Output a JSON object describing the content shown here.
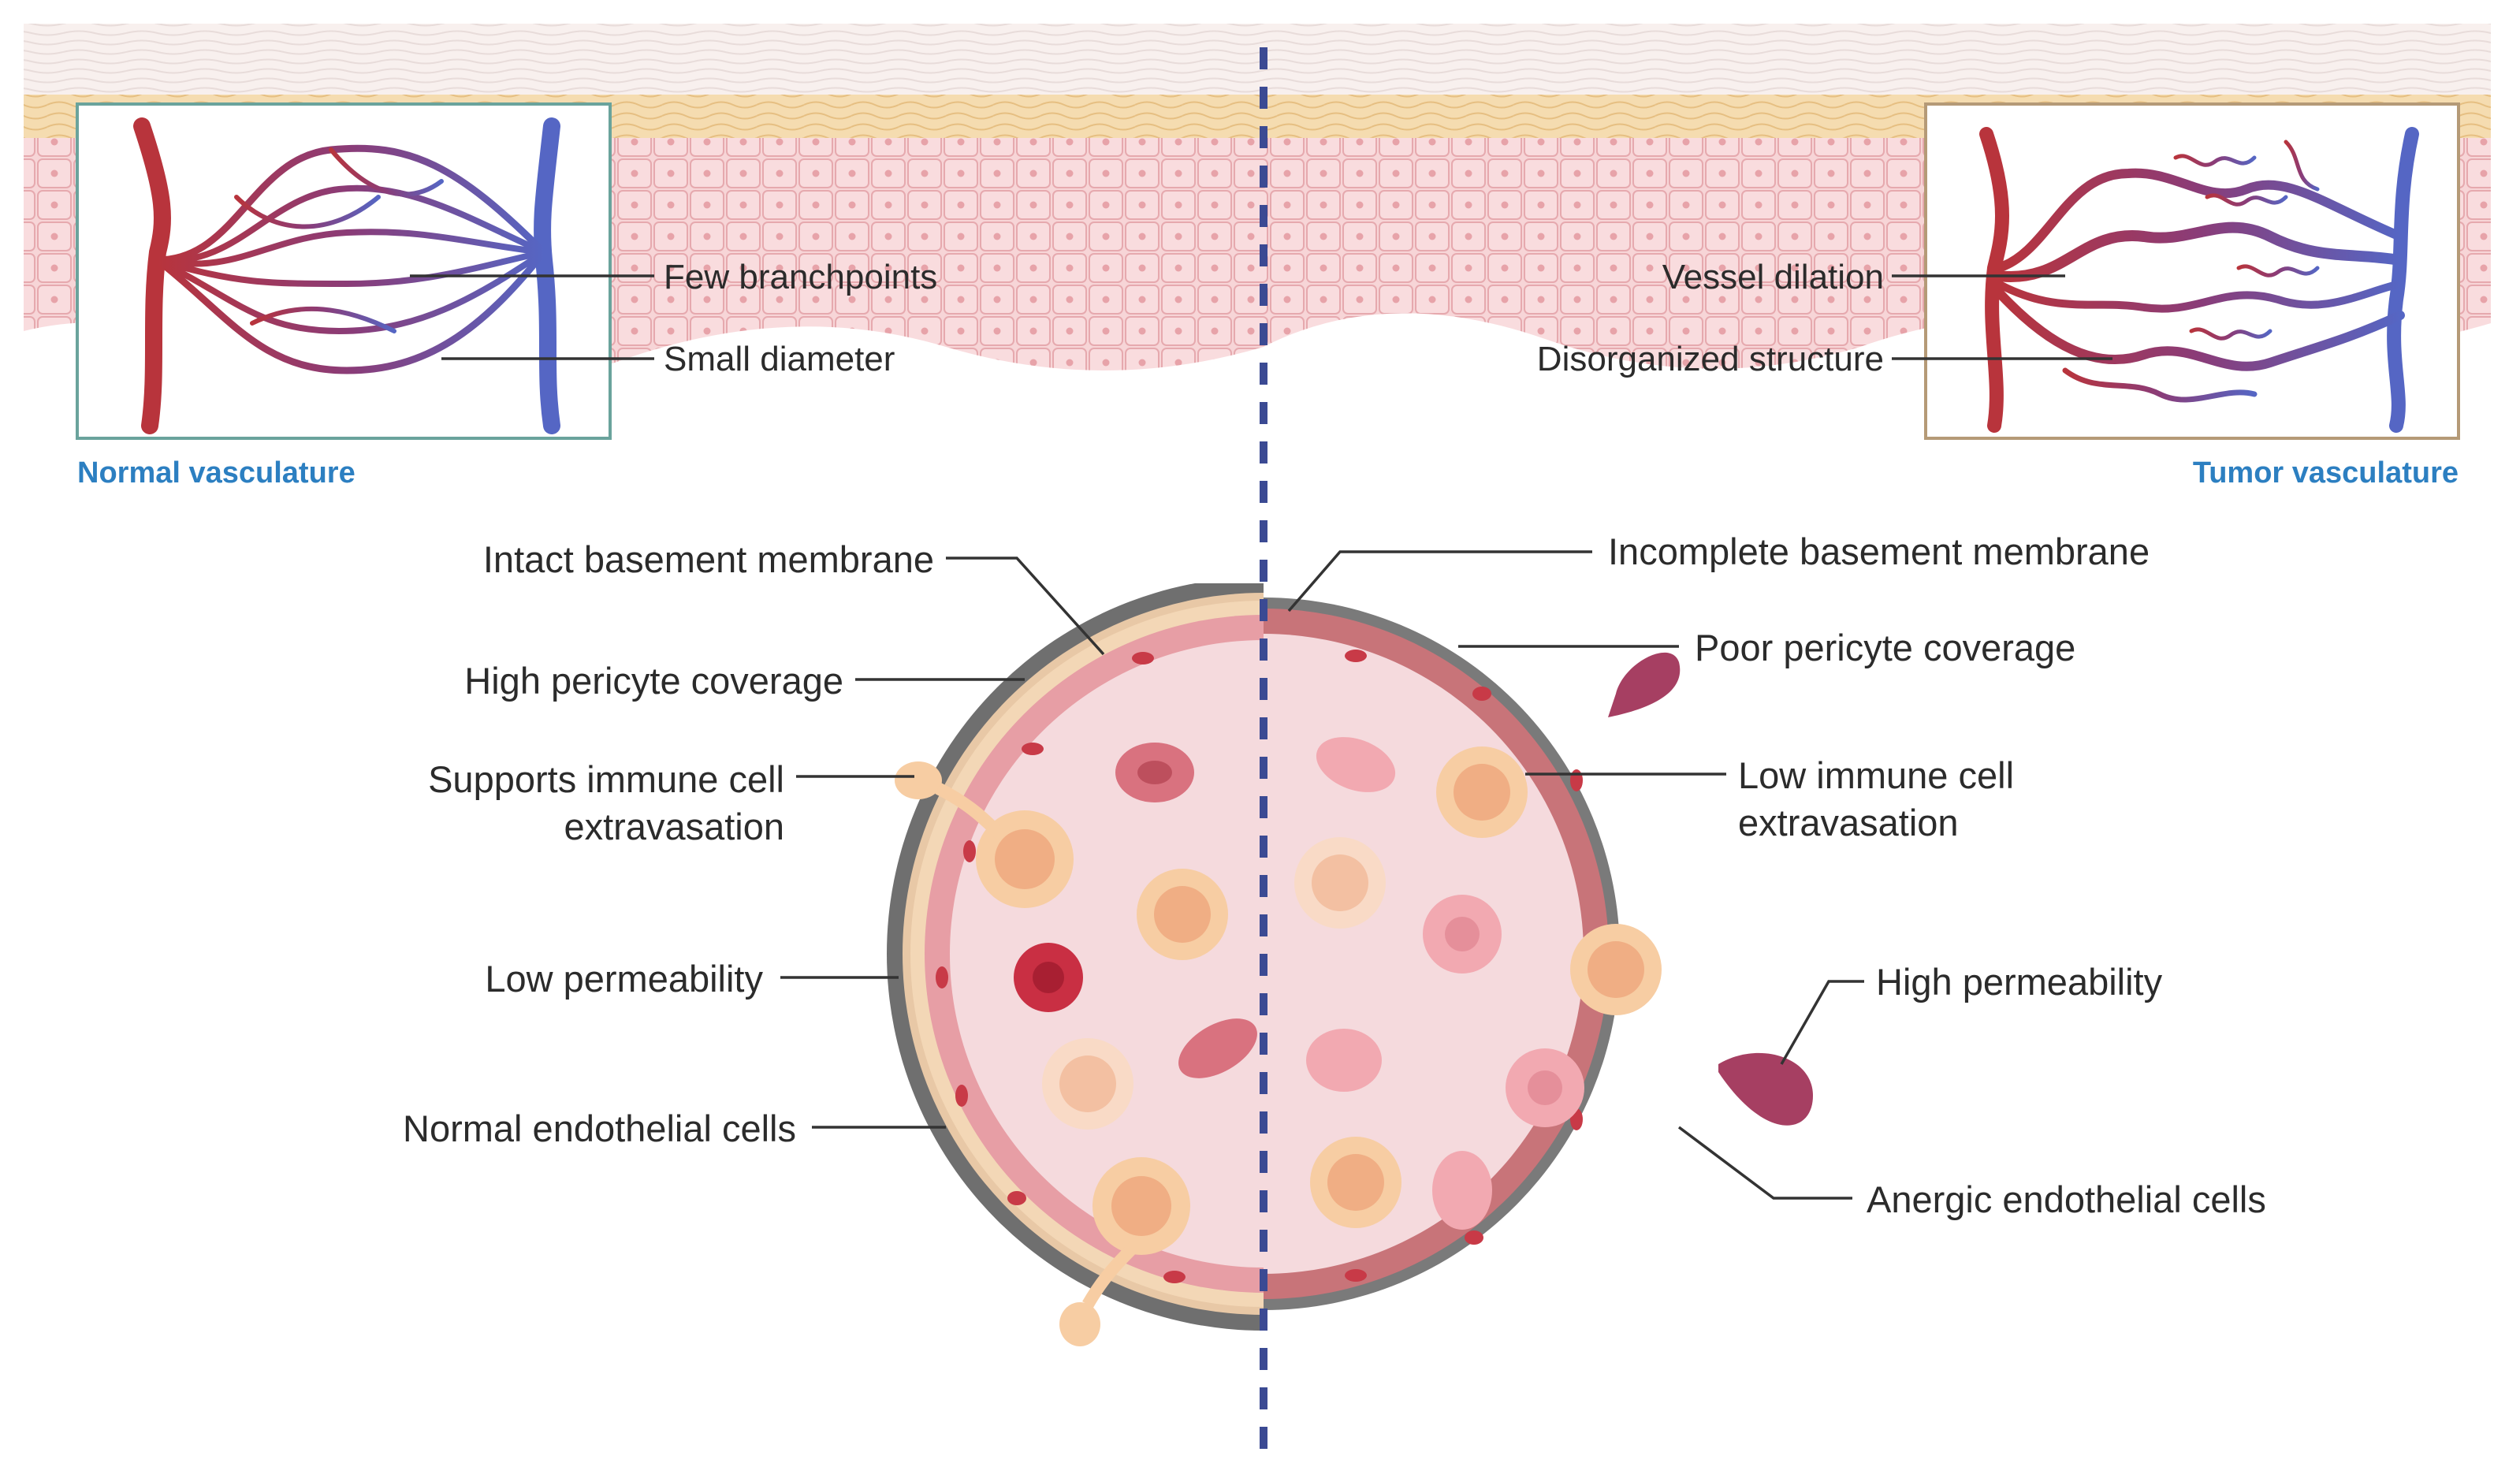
{
  "colors": {
    "artery": "#b8343c",
    "vein": "#5566c4",
    "title_blue": "#2c7fc1",
    "normal_box_border": "#6aa39c",
    "tumor_box_border": "#b59a77",
    "divider": "#3b4a93",
    "lumen": "#f5dadd",
    "tissue": "#f6cfd2",
    "tumor_endo": "#c87479"
  },
  "panels": {
    "normal": {
      "title": "Normal vasculature",
      "labels": {
        "branchpoints": "Few branchpoints",
        "diameter": "Small diameter"
      }
    },
    "tumor": {
      "title": "Tumor vasculature",
      "labels": {
        "dilation": "Vessel dilation",
        "structure": "Disorganized structure"
      }
    }
  },
  "left_labels": {
    "basement": "Intact basement membrane",
    "pericyte": "High pericyte coverage",
    "immune_1": "Supports immune cell",
    "immune_2": "extravasation",
    "permeability": "Low permeability",
    "endothelial": "Normal endothelial cells"
  },
  "right_labels": {
    "basement": "Incomplete basement membrane",
    "pericyte": "Poor pericyte coverage",
    "immune_1": "Low immune cell",
    "immune_2": "extravasation",
    "permeability": "High permeability",
    "endothelial": "Anergic endothelial cells"
  }
}
